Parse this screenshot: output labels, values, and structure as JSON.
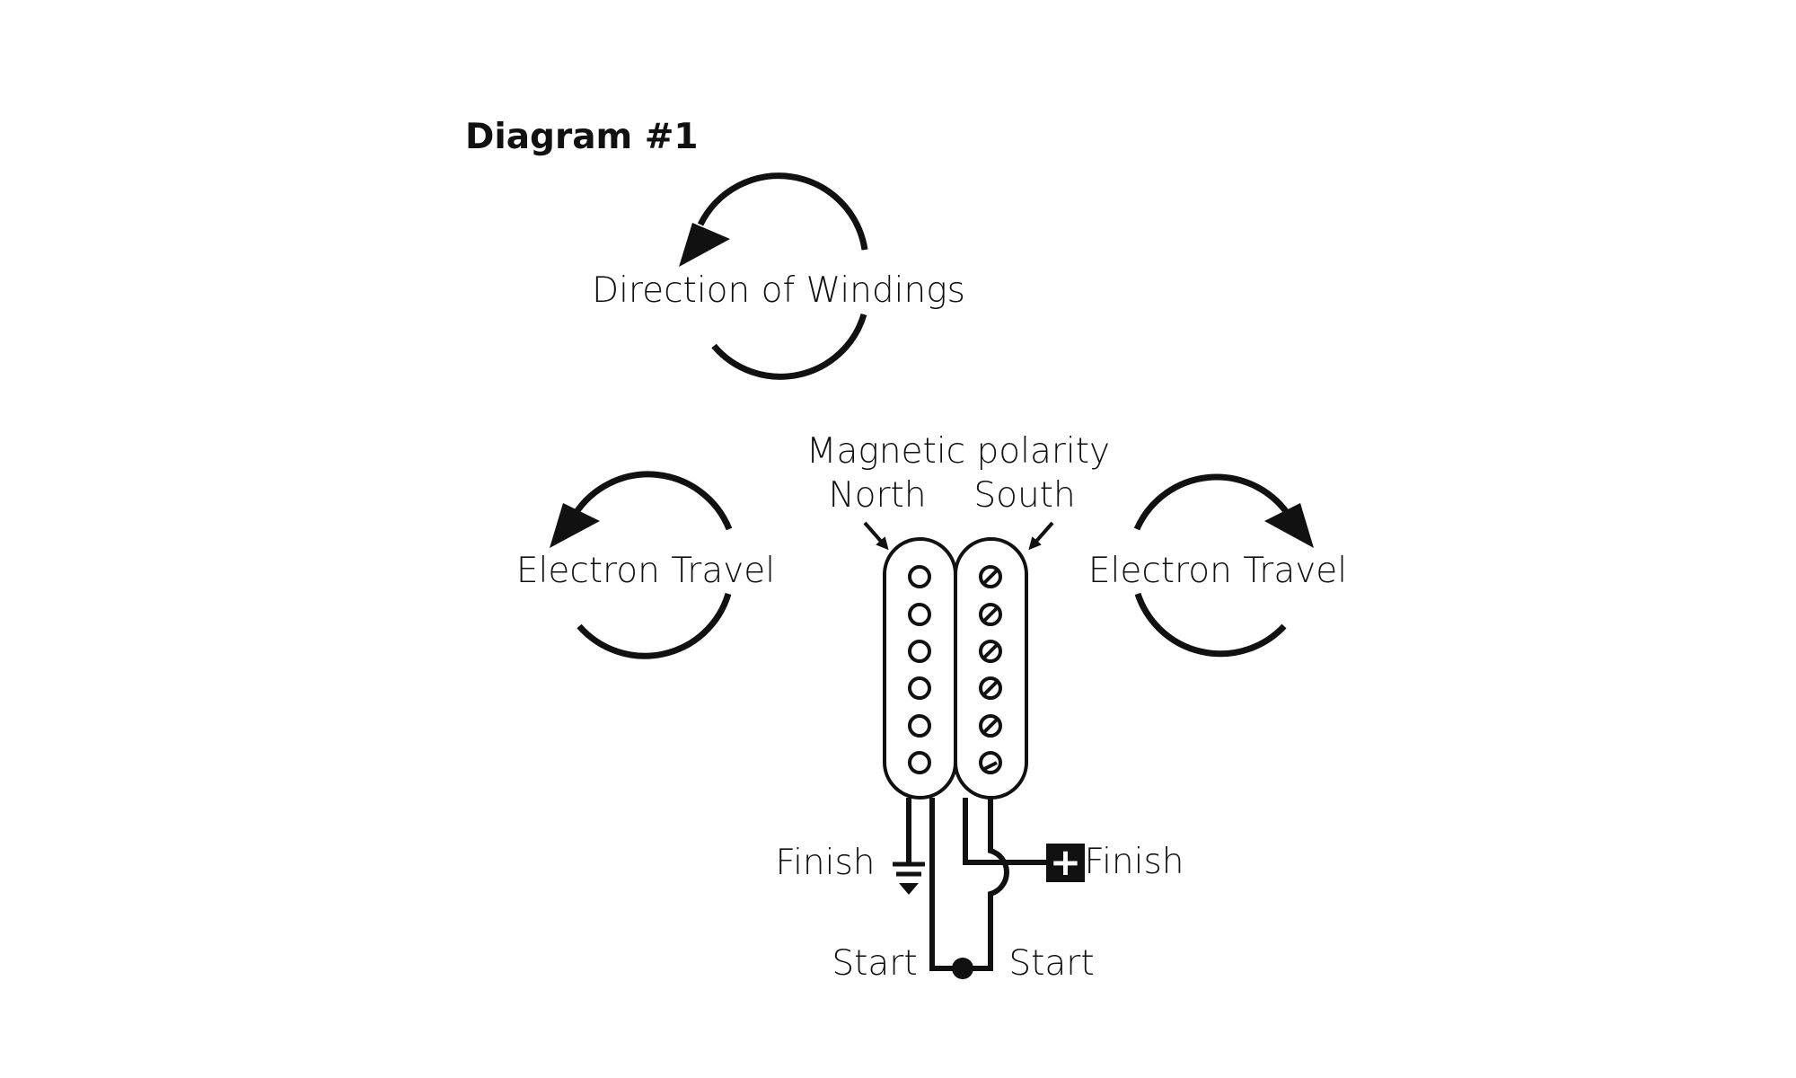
{
  "title": "Diagram #1",
  "labels": {
    "windings": "Direction of Windings",
    "magnetic_polarity": "Magnetic polarity",
    "north": "North",
    "south": "South",
    "electron_travel_left": "Electron Travel",
    "electron_travel_right": "Electron Travel",
    "finish_left": "Finish",
    "finish_right": "Finish",
    "start_left": "Start",
    "start_right": "Start"
  },
  "terminals": {
    "ground_symbol": "ground-icon",
    "positive_symbol": "+"
  },
  "colors": {
    "ink": "#111111",
    "background": "#ffffff"
  }
}
